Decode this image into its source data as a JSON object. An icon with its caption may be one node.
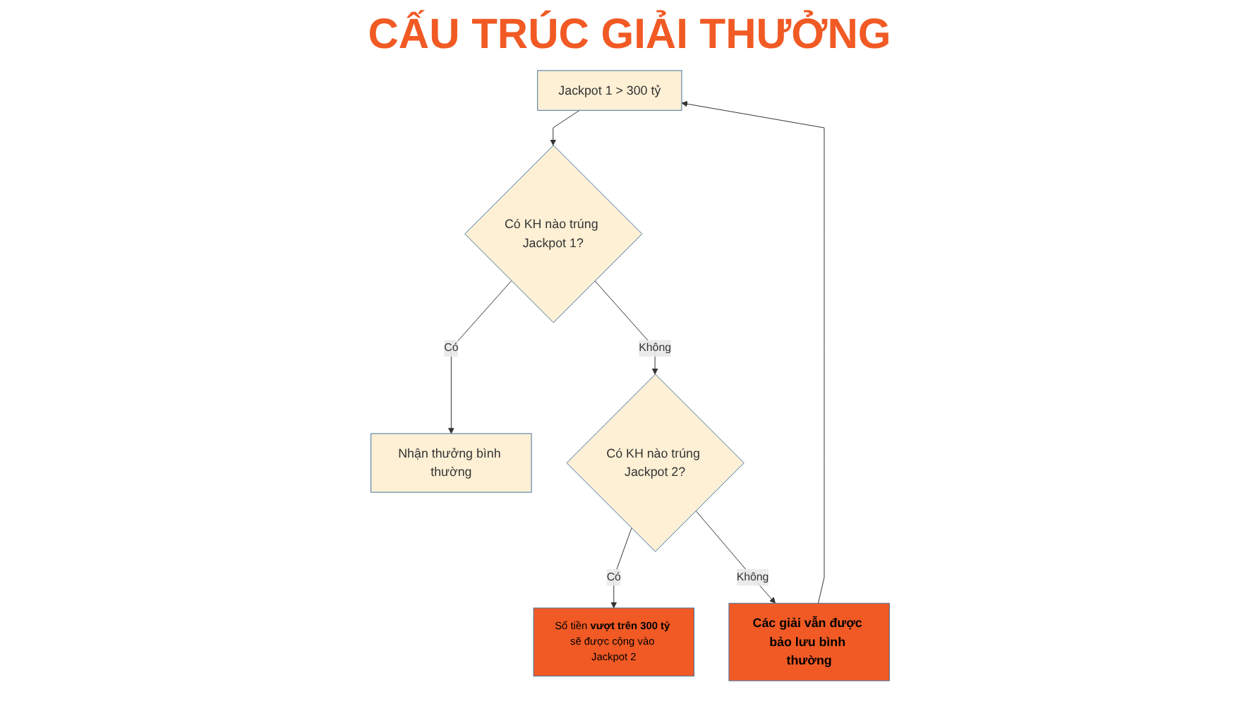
{
  "diagram": {
    "title": "CẤU TRÚC GIẢI THƯỞNG",
    "nodes": [
      {
        "text": [
          "Jackpot 1 > 300 tỷ"
        ]
      },
      {
        "text": [
          "Có KH nào trúng Jackpot 1?"
        ]
      },
      {
        "text": [
          "Nhận thưởng bình thường"
        ]
      },
      {
        "text": [
          "Có KH nào trúng Jackpot 2?"
        ]
      },
      {
        "text": [
          "Số tiền **vượt trên 300 tỷ** sẽ được cộng vào Jackpot 2"
        ]
      },
      {
        "text": [
          "Các giải vẫn được bảo lưu bình thường"
        ]
      }
    ],
    "edges": [
      {
        "from": 0,
        "to": 1,
        "arrow": "to"
      },
      {
        "from": 1,
        "to": 2,
        "arrow": "to",
        "label": "Có"
      },
      {
        "from": 1,
        "to": 3,
        "arrow": "to",
        "label": "Không"
      },
      {
        "from": 3,
        "to": 4,
        "arrow": "to",
        "label": "Có"
      },
      {
        "from": 3,
        "to": 5,
        "arrow": "to",
        "label": "Không"
      },
      {
        "from": 5,
        "to": 0,
        "arrow": "to"
      }
    ]
  }
}
